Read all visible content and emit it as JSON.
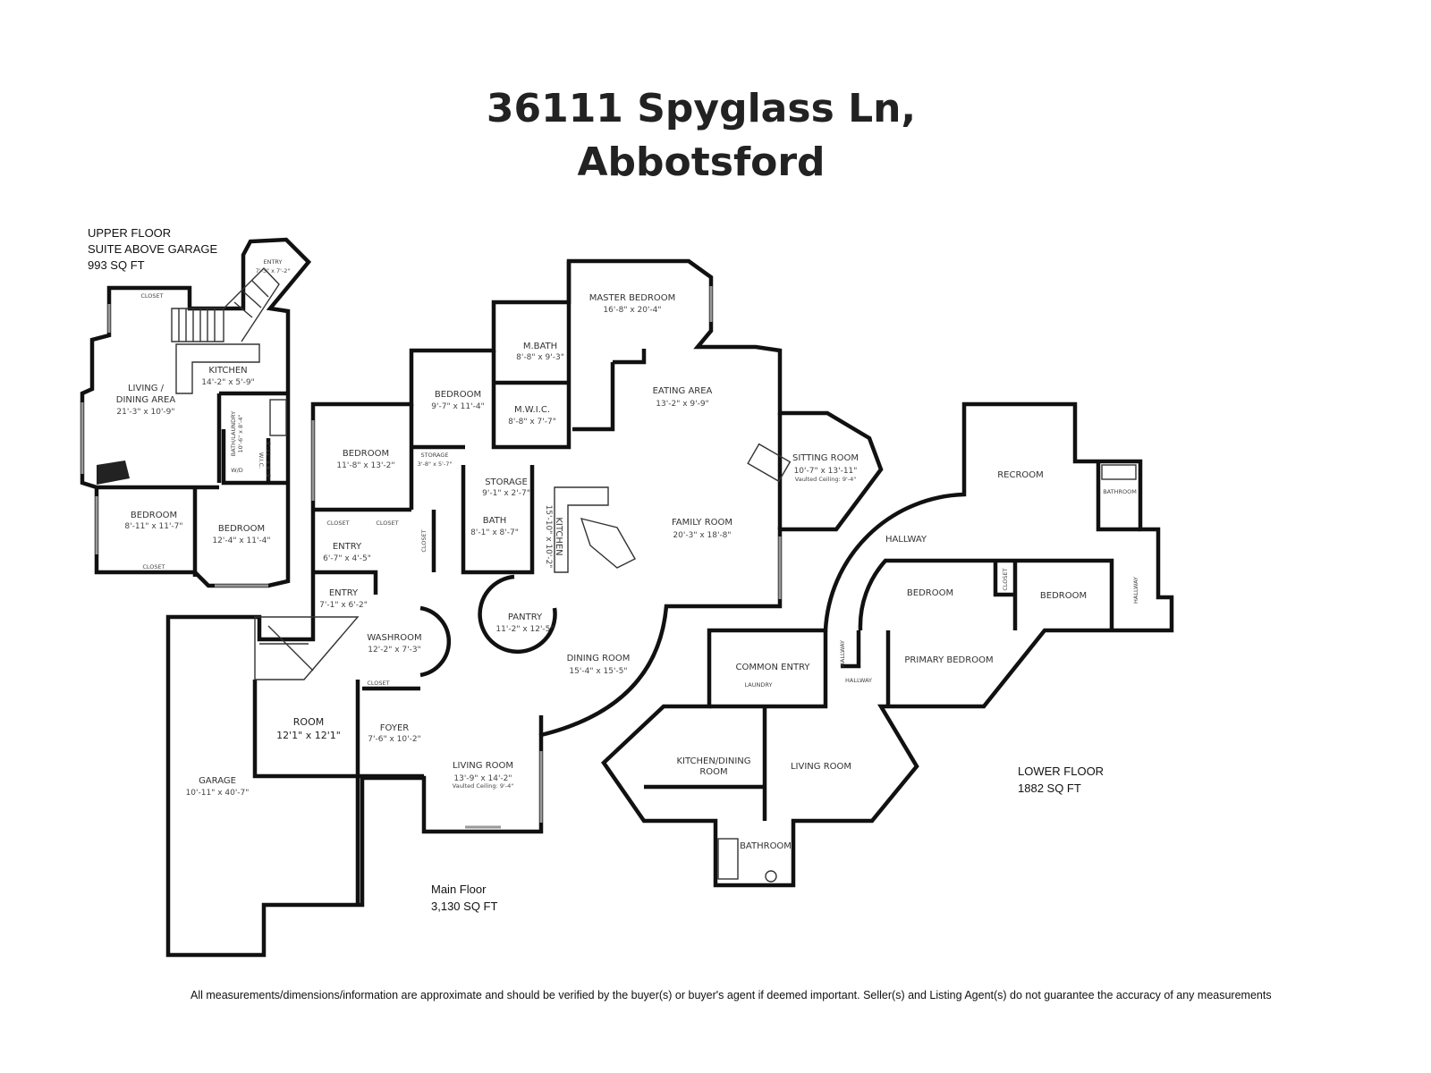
{
  "title": {
    "line1": "36111 Spyglass Ln,",
    "line2": "Abbotsford"
  },
  "upper_floor": {
    "label": [
      "UPPER FLOOR",
      "SUITE ABOVE GARAGE",
      "993 SQ FT"
    ],
    "rooms": [
      {
        "name": "ENTRY",
        "dims": "7'-3\" x 7'-2\""
      },
      {
        "name": "CLOSET"
      },
      {
        "name": "KITCHEN",
        "dims": "14'-2\" x 5'-9\""
      },
      {
        "name": "LIVING /",
        "name2": "DINING AREA",
        "dims": "21'-3\" x 10'-9\""
      },
      {
        "name": "BATH/LAUNDRY",
        "dims": "10'-6\" x 8'-4\""
      },
      {
        "name": "W/D"
      },
      {
        "name": "W.I.C.",
        "dims": "5'-11\" x 4'-5\""
      },
      {
        "name": "BEDROOM",
        "dims": "8'-11\" x 11'-7\""
      },
      {
        "name": "BEDROOM",
        "dims": "12'-4\" x 11'-4\""
      },
      {
        "name": "CLOSET"
      }
    ]
  },
  "main_floor": {
    "label": [
      "Main Floor",
      "3,130 SQ FT"
    ],
    "rooms": [
      {
        "name": "MASTER BEDROOM",
        "dims": "16'-8\" x 20'-4\""
      },
      {
        "name": "M.BATH",
        "dims": "8'-8\" x 9'-3\""
      },
      {
        "name": "BEDROOM",
        "dims": "9'-7\" x 11'-4\""
      },
      {
        "name": "M.W.I.C.",
        "dims": "8'-8\" x 7'-7\""
      },
      {
        "name": "EATING AREA",
        "dims": "13'-2\" x 9'-9\""
      },
      {
        "name": "BEDROOM",
        "dims": "11'-8\" x 13'-2\""
      },
      {
        "name": "STORAGE",
        "dims": "3'-8\" x 5'-7\""
      },
      {
        "name": "STORAGE",
        "dims": "9'-1\" x 2'-7\""
      },
      {
        "name": "SITTING ROOM",
        "dims": "10'-7\" x 13'-11\"",
        "note": "Vaulted Ceiling: 9'-4\""
      },
      {
        "name": "FAMILY ROOM",
        "dims": "20'-3\" x 18'-8\""
      },
      {
        "name": "CLOSET"
      },
      {
        "name": "CLOSET"
      },
      {
        "name": "BATH",
        "dims": "8'-1\" x 8'-7\""
      },
      {
        "name": "KITCHEN",
        "dims": "15'-10\" x 10'-2\""
      },
      {
        "name": "CLOSET"
      },
      {
        "name": "ENTRY",
        "dims": "6'-7\" x 4'-5\""
      },
      {
        "name": "ENTRY",
        "dims": "7'-1\" x 6'-2\""
      },
      {
        "name": "PANTRY",
        "dims": "11'-2\" x 12'-5\""
      },
      {
        "name": "WASHROOM",
        "dims": "12'-2\" x 7'-3\""
      },
      {
        "name": "DINING ROOM",
        "dims": "15'-4\" x 15'-5\""
      },
      {
        "name": "CLOSET"
      },
      {
        "name": "ROOM",
        "dims": "12'1\" x 12'1\""
      },
      {
        "name": "FOYER",
        "dims": "7'-6\" x 10'-2\""
      },
      {
        "name": "LIVING ROOM",
        "dims": "13'-9\" x 14'-2\"",
        "note": "Vaulted Ceiling: 9'-4\""
      },
      {
        "name": "GARAGE",
        "dims": "10'-11\" x 40'-7\""
      }
    ]
  },
  "lower_floor": {
    "label": [
      "LOWER FLOOR",
      "1882 SQ FT"
    ],
    "rooms": [
      {
        "name": "RECROOM"
      },
      {
        "name": "BATHROOM"
      },
      {
        "name": "HALLWAY"
      },
      {
        "name": "BEDROOM"
      },
      {
        "name": "CLOSET"
      },
      {
        "name": "BEDROOM"
      },
      {
        "name": "HALLWAY"
      },
      {
        "name": "COMMON ENTRY"
      },
      {
        "name": "LAUNDRY"
      },
      {
        "name": "HALLWAY"
      },
      {
        "name": "HALLWAY"
      },
      {
        "name": "PRIMARY BEDROOM"
      },
      {
        "name": "KITCHEN/DINING",
        "name2": "ROOM"
      },
      {
        "name": "LIVING ROOM"
      },
      {
        "name": "BATHROOM"
      }
    ]
  },
  "disclaimer": "All measurements/dimensions/information are approximate and should be verified by the buyer(s) or buyer's agent if deemed important. Seller(s) and Listing Agent(s) do not guarantee the accuracy of any measurements"
}
